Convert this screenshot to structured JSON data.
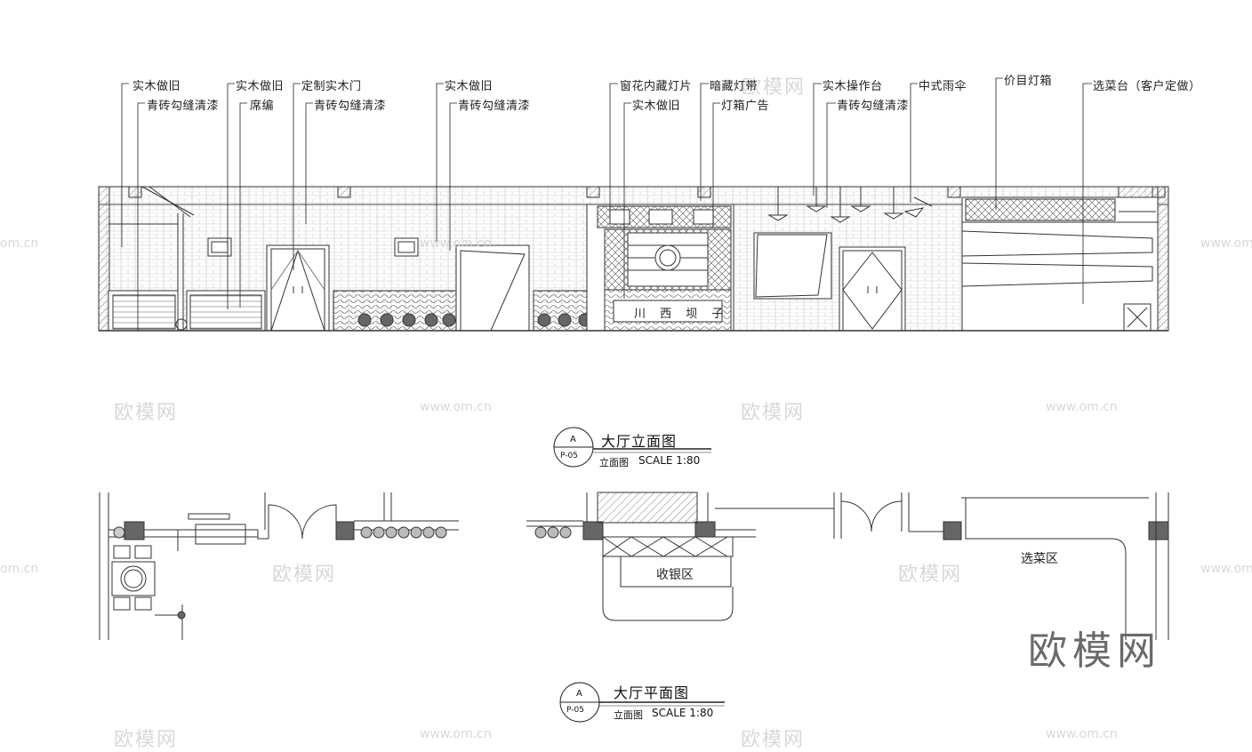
{
  "elevation": {
    "title": "大厅立面图",
    "subtitle": "立面图",
    "scale": "SCALE 1:80",
    "bubble_top": "A",
    "bubble_bottom": "P-05",
    "shop_sign": "川 西 坝 子",
    "callouts": [
      "实木做旧",
      "青砖勾缝清漆",
      "实木做旧",
      "席编",
      "定制实木门",
      "青砖勾缝清漆",
      "实木做旧",
      "青砖勾缝清漆",
      "窗花内藏灯片",
      "实木做旧",
      "暗藏灯带",
      "灯箱广告",
      "实木操作台",
      "青砖勾缝清漆",
      "中式雨伞",
      "价目灯箱",
      "选菜台（客户定做）"
    ]
  },
  "plan": {
    "title": "大厅平面图",
    "subtitle": "立面图",
    "scale": "SCALE 1:80",
    "bubble_top": "A",
    "bubble_bottom": "P-05",
    "rooms": [
      "收银区",
      "选菜区"
    ]
  },
  "watermarks": {
    "brand": "欧模网",
    "url": "www.om.cn",
    "url_short": "om.cn"
  }
}
